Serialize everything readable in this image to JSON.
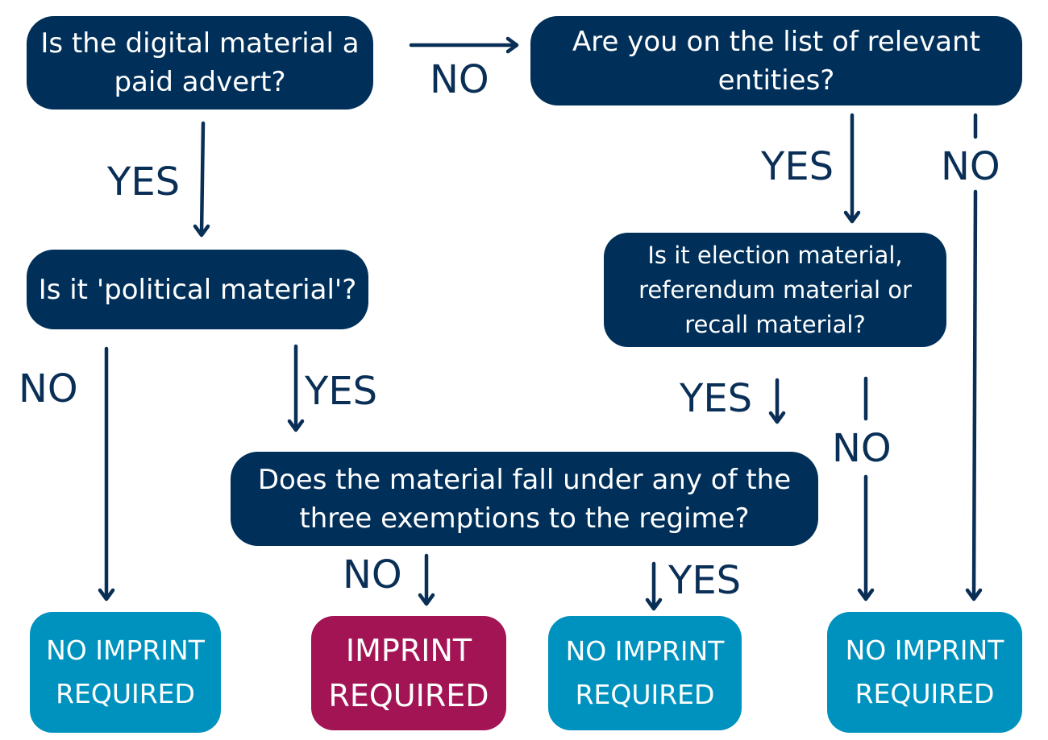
{
  "colors": {
    "question_box": "#003059",
    "no_imprint_box": "#0092be",
    "imprint_box": "#a31454",
    "arrow": "#0a2f57"
  },
  "questions": {
    "paid_advert": "Is the digital material a\npaid advert?",
    "relevant_entities": "Are you on the list of relevant\nentities?",
    "political_material": "Is it 'political material'?",
    "election_material": "Is it election material,\nreferendum material or\nrecall material?",
    "exemptions": "Does the material fall under any of the\nthree exemptions to the regime?"
  },
  "outcomes": {
    "no_imprint_1": "NO IMPRINT\nREQUIRED",
    "imprint": "IMPRINT\nREQUIRED",
    "no_imprint_2": "NO IMPRINT\nREQUIRED",
    "no_imprint_3": "NO IMPRINT\nREQUIRED"
  },
  "labels": {
    "advert_no": "NO",
    "advert_yes": "YES",
    "entities_yes": "YES",
    "entities_no": "NO",
    "political_no": "NO",
    "political_yes": "YES",
    "election_yes": "YES",
    "election_no": "NO",
    "exemptions_no": "NO",
    "exemptions_yes": "YES"
  }
}
